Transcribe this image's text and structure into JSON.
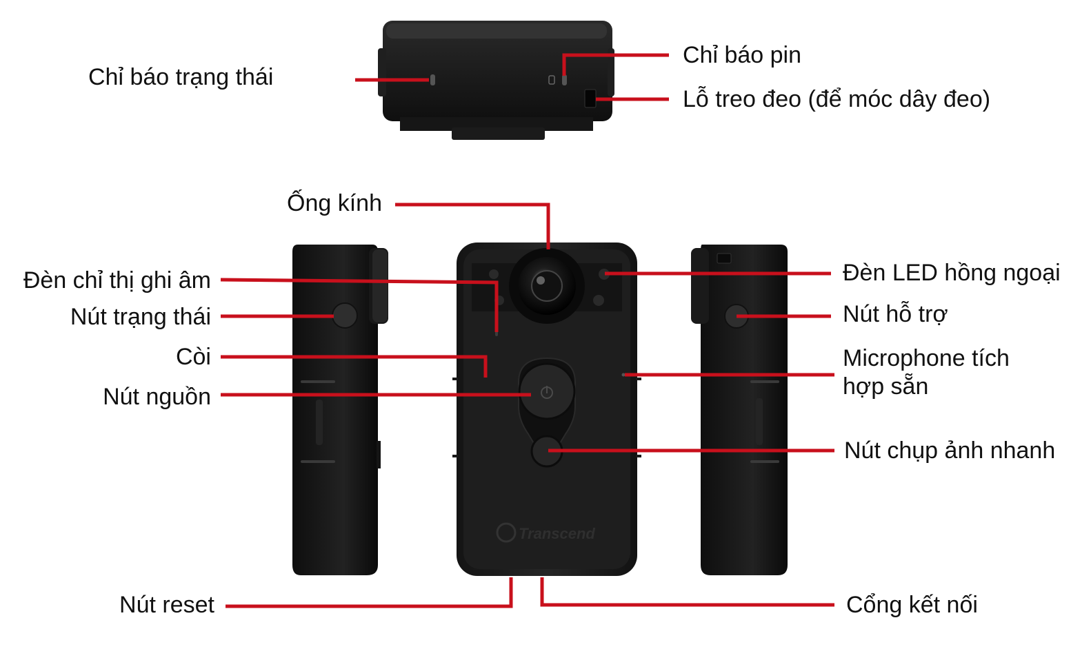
{
  "labels": {
    "status_indicator": "Chỉ báo trạng thái",
    "battery_indicator": "Chỉ báo pin",
    "strap_hole": "Lỗ treo đeo (để móc dây đeo)",
    "lens": "Ống kính",
    "recording_indicator": "Đèn chỉ thị ghi âm",
    "status_button": "Nút trạng thái",
    "buzzer": "Còi",
    "power_button": "Nút nguồn",
    "ir_led": "Đèn LED hồng ngoại",
    "assist_button": "Nút hỗ trợ",
    "microphone": "Microphone tích hợp sẵn",
    "snapshot_button": "Nút chụp ảnh nhanh",
    "reset_button": "Nút reset",
    "port": "Cổng kết nối"
  },
  "brand": "Transcend",
  "colors": {
    "leader": "#c8101c",
    "device": "#1a1a1a",
    "device_dark": "#0d0d0d",
    "device_edge": "#2b2b2b",
    "text": "#111111"
  }
}
